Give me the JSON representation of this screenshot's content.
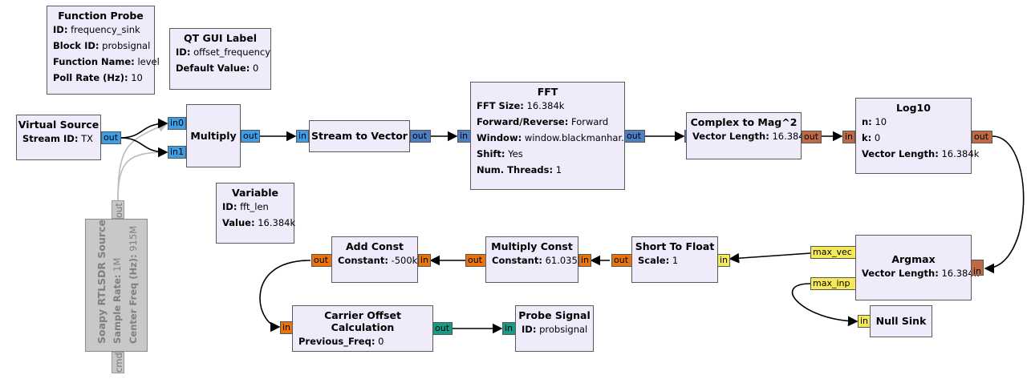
{
  "blocks": {
    "function_probe": {
      "title": "Function Probe",
      "params": [
        {
          "k": "ID:",
          "v": "frequency_sink"
        },
        {
          "k": "Block ID:",
          "v": "probsignal"
        },
        {
          "k": "Function Name:",
          "v": "level"
        },
        {
          "k": "Poll Rate (Hz):",
          "v": "10"
        }
      ]
    },
    "qt_gui_label": {
      "title": "QT GUI Label",
      "params": [
        {
          "k": "ID:",
          "v": "offset_frequency"
        },
        {
          "k": "Default Value:",
          "v": "0"
        }
      ]
    },
    "virtual_source": {
      "title": "Virtual Source",
      "params": [
        {
          "k": "Stream ID:",
          "v": "TX"
        }
      ],
      "ports": {
        "out": "out"
      }
    },
    "multiply": {
      "title": "Multiply",
      "ports": {
        "in0": "in0",
        "in1": "in1",
        "out": "out"
      }
    },
    "stream_to_vector": {
      "title": "Stream to Vector",
      "ports": {
        "in": "in",
        "out": "out"
      }
    },
    "fft": {
      "title": "FFT",
      "params": [
        {
          "k": "FFT Size:",
          "v": "16.384k"
        },
        {
          "k": "Forward/Reverse:",
          "v": "Forward"
        },
        {
          "k": "Window:",
          "v": "window.blackmanhar..."
        },
        {
          "k": "Shift:",
          "v": "Yes"
        },
        {
          "k": "Num. Threads:",
          "v": "1"
        }
      ],
      "ports": {
        "in": "in",
        "out": "out"
      }
    },
    "complex_to_mag": {
      "title": "Complex to Mag^2",
      "params": [
        {
          "k": "Vector Length:",
          "v": "16.384k"
        }
      ],
      "ports": {
        "in": "in",
        "out": "out"
      }
    },
    "log10": {
      "title": "Log10",
      "params": [
        {
          "k": "n:",
          "v": "10"
        },
        {
          "k": "k:",
          "v": "0"
        },
        {
          "k": "Vector Length:",
          "v": "16.384k"
        }
      ],
      "ports": {
        "in": "in",
        "out": "out"
      }
    },
    "variable": {
      "title": "Variable",
      "params": [
        {
          "k": "ID:",
          "v": "fft_len"
        },
        {
          "k": "Value:",
          "v": "16.384k"
        }
      ]
    },
    "soapy_source": {
      "title": "Soapy RTLSDR Source",
      "params": [
        {
          "k": "Sample Rate:",
          "v": "1M"
        },
        {
          "k": "Center Freq (Hz):",
          "v": "915M"
        }
      ],
      "ports": {
        "out": "out",
        "cmd": "cmd"
      }
    },
    "add_const": {
      "title": "Add Const",
      "params": [
        {
          "k": "Constant:",
          "v": "-500k"
        }
      ],
      "ports": {
        "in": "in",
        "out": "out"
      }
    },
    "multiply_const": {
      "title": "Multiply Const",
      "params": [
        {
          "k": "Constant:",
          "v": "61.0352"
        }
      ],
      "ports": {
        "in": "in",
        "out": "out"
      }
    },
    "short_to_float": {
      "title": "Short To Float",
      "params": [
        {
          "k": "Scale:",
          "v": "1"
        }
      ],
      "ports": {
        "in": "in",
        "out": "out"
      }
    },
    "argmax": {
      "title": "Argmax",
      "params": [
        {
          "k": "Vector Length:",
          "v": "16.384k"
        }
      ],
      "ports": {
        "in": "in",
        "max_vec": "max_vec",
        "max_inp": "max_inp"
      }
    },
    "null_sink": {
      "title": "Null Sink",
      "ports": {
        "in": "in"
      }
    },
    "carrier_offset": {
      "title": "Carrier Offset Calculation",
      "params": [
        {
          "k": "Previous_Freq:",
          "v": "0"
        }
      ],
      "ports": {
        "in": "in",
        "out": "out"
      }
    },
    "probe_signal": {
      "title": "Probe Signal",
      "params": [
        {
          "k": "ID:",
          "v": "probsignal"
        }
      ],
      "ports": {
        "in": "in"
      }
    }
  },
  "colors": {
    "block_fill": "#efebfb",
    "disabled_fill": "#c8c8c8",
    "port_complex": "#3d9ee8",
    "port_float": "#e8740f",
    "port_short": "#f5e95a",
    "port_vec": "#c06a45"
  }
}
